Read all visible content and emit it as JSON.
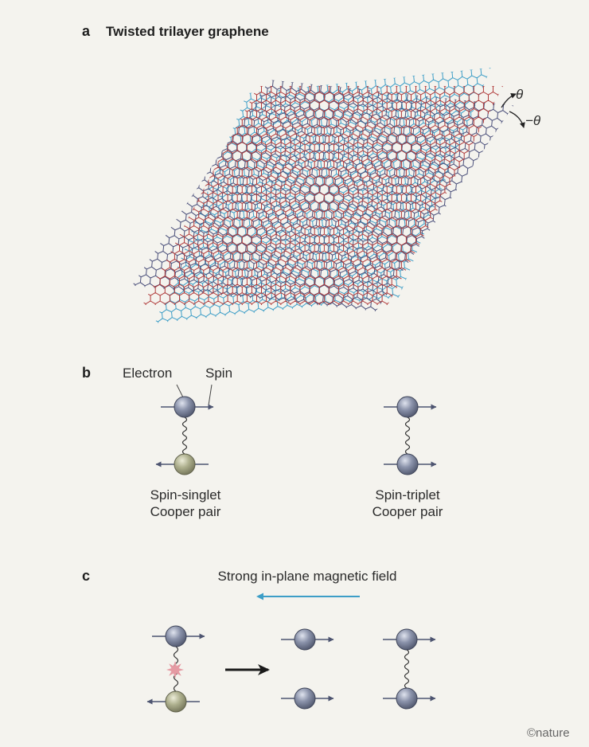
{
  "panels": {
    "a": {
      "letter": "a",
      "title": "Twisted trilayer graphene",
      "angle_pos": "θ",
      "angle_neg": "−θ",
      "layer_colors": {
        "top": "#b03a3a",
        "middle": "#4a4f7a",
        "bottom": "#3d9ec7"
      }
    },
    "b": {
      "letter": "b",
      "electron_label": "Electron",
      "spin_label": "Spin",
      "singlet_line1": "Spin-singlet",
      "singlet_line2": "Cooper pair",
      "triplet_line1": "Spin-triplet",
      "triplet_line2": "Cooper pair"
    },
    "c": {
      "letter": "c",
      "field_label": "Strong in-plane magnetic field",
      "field_color": "#3d9ec7"
    }
  },
  "credit": "©nature",
  "colors": {
    "electron_up": "#7a8299",
    "electron_down": "#a7a888",
    "spin_arrow": "#4d5470",
    "break_star": "#e59aa3",
    "transition_arrow": "#1a1a1a"
  }
}
